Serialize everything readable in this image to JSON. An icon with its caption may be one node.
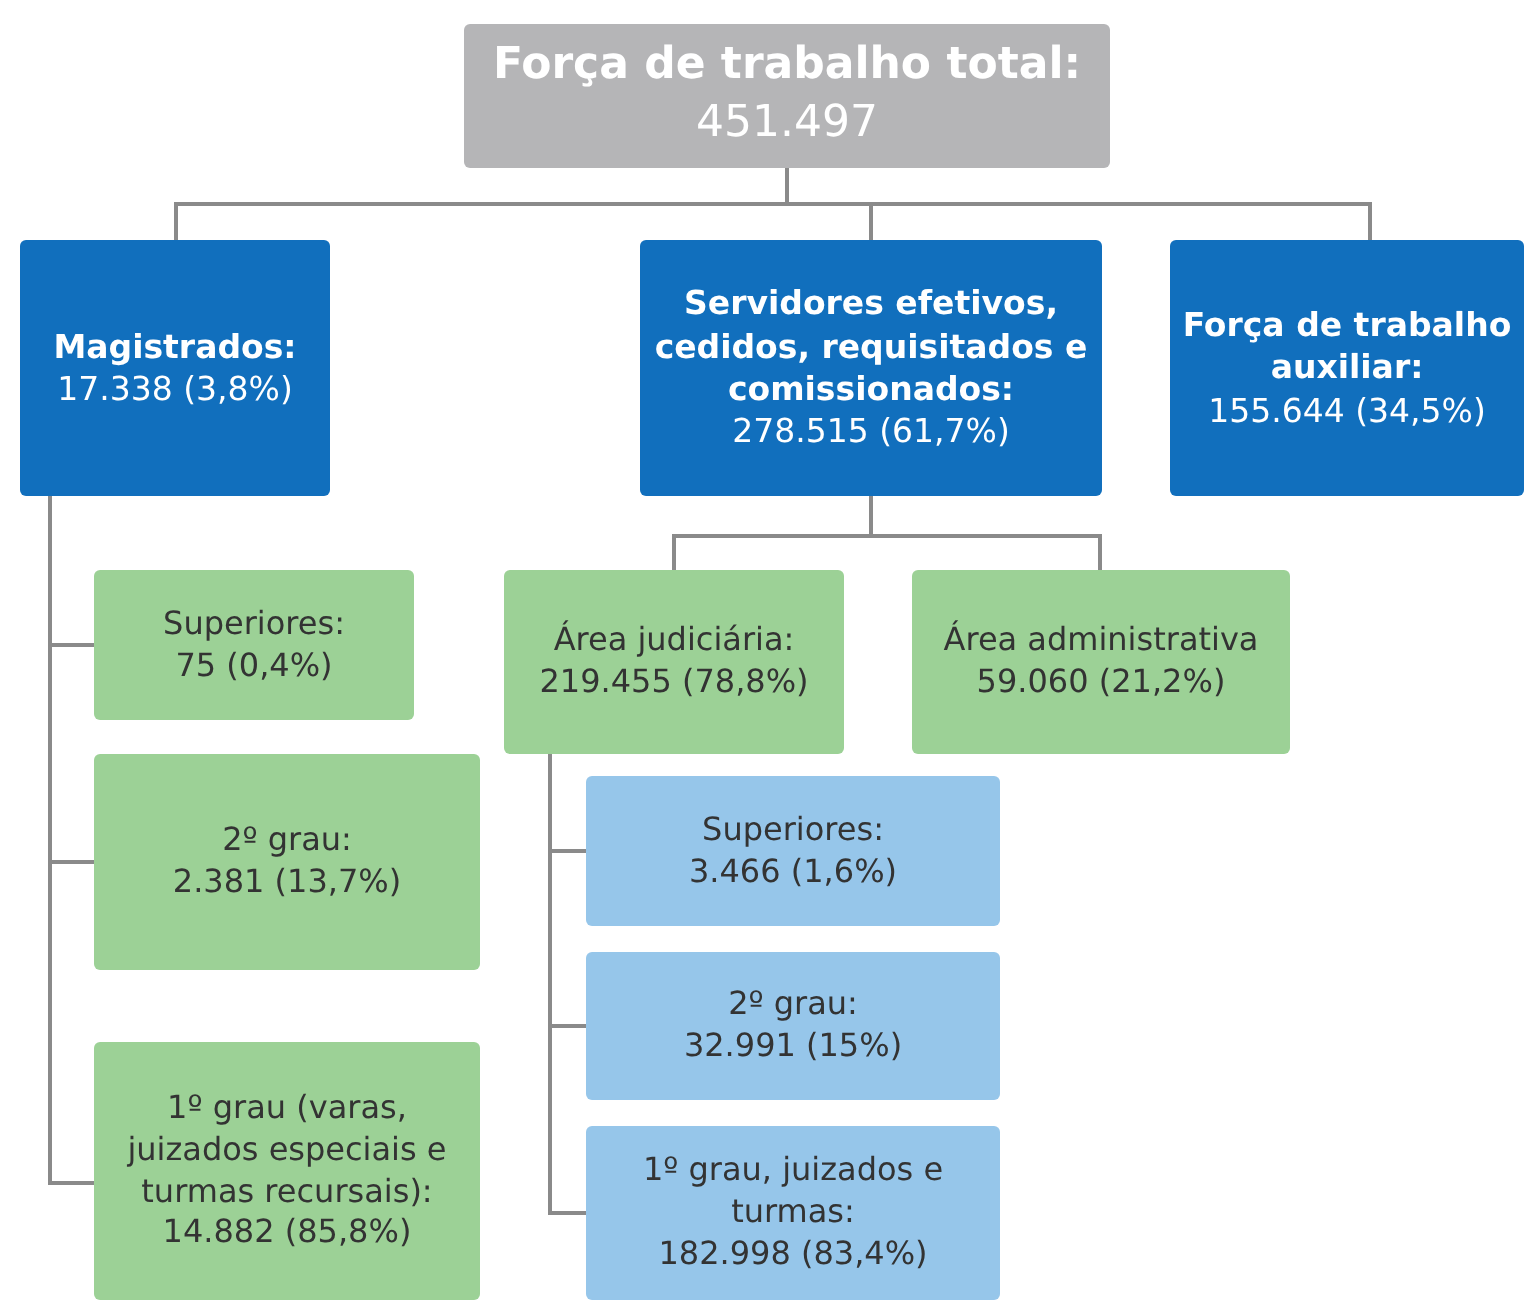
{
  "diagram": {
    "nodes": [
      {
        "text": [
          "Força de trabalho total:",
          "451.497"
        ]
      },
      {
        "text": [
          "Magistrados:",
          "17.338 (3,8%)"
        ]
      },
      {
        "text": [
          "Servidores efetivos, cedidos, requisitados e comissionados:",
          "278.515 (61,7%)"
        ]
      },
      {
        "text": [
          "Força de trabalho auxiliar:",
          "155.644 (34,5%)"
        ]
      },
      {
        "text": [
          "Superiores:",
          "75 (0,4%)"
        ]
      },
      {
        "text": [
          "2º grau:",
          "2.381 (13,7%)"
        ]
      },
      {
        "text": [
          "1º grau (varas, juizados especiais e turmas recursais):",
          "14.882 (85,8%)"
        ]
      },
      {
        "text": [
          "Área judiciária:",
          "219.455 (78,8%)"
        ]
      },
      {
        "text": [
          "Área administrativa",
          "59.060 (21,2%)"
        ]
      },
      {
        "text": [
          "Superiores:",
          "3.466 (1,6%)"
        ]
      },
      {
        "text": [
          "2º grau:",
          "32.991 (15%)"
        ]
      },
      {
        "text": [
          "1º grau, juizados e turmas:",
          "182.998 (83,4%)"
        ]
      }
    ],
    "edges": [
      {
        "from": 0,
        "to": 1,
        "arrow": "none"
      },
      {
        "from": 0,
        "to": 2,
        "arrow": "none"
      },
      {
        "from": 0,
        "to": 3,
        "arrow": "none"
      },
      {
        "from": 1,
        "to": 4,
        "arrow": "none"
      },
      {
        "from": 1,
        "to": 5,
        "arrow": "none"
      },
      {
        "from": 1,
        "to": 6,
        "arrow": "none"
      },
      {
        "from": 2,
        "to": 7,
        "arrow": "none"
      },
      {
        "from": 2,
        "to": 8,
        "arrow": "none"
      },
      {
        "from": 7,
        "to": 9,
        "arrow": "none"
      },
      {
        "from": 7,
        "to": 10,
        "arrow": "none"
      },
      {
        "from": 7,
        "to": 11,
        "arrow": "none"
      }
    ]
  }
}
